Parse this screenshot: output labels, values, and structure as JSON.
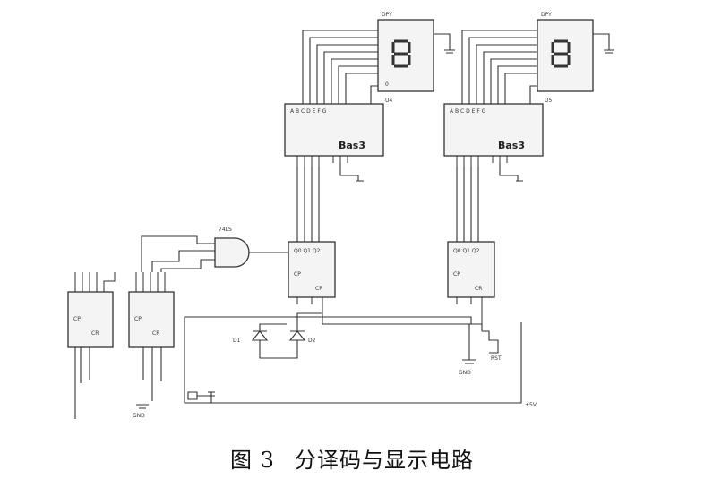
{
  "caption": {
    "figure_label": "图 3",
    "title": "分译码与显示电路"
  },
  "schematic": {
    "display_digit": "8",
    "decoder_label": "Bas3"
  }
}
